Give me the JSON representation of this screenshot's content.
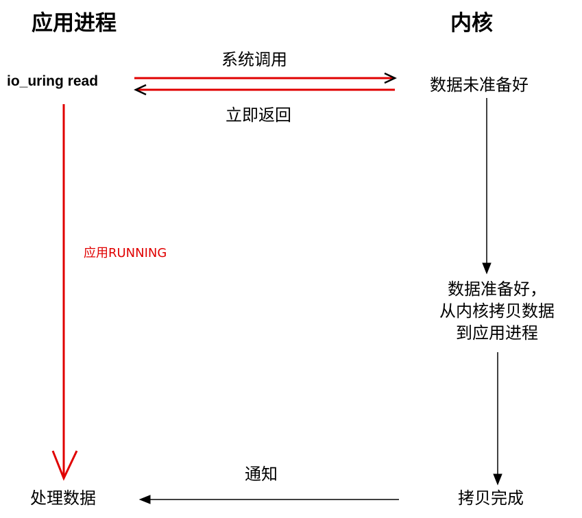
{
  "columns": {
    "app_title": "应用进程",
    "kernel_title": "内核"
  },
  "app": {
    "call_label": "io_uring read",
    "running_label": "应用RUNNING",
    "process_label": "处理数据"
  },
  "messages": {
    "syscall": "系统调用",
    "return_immediately": "立即返回",
    "notify": "通知"
  },
  "kernel": {
    "data_not_ready": "数据未准备好",
    "data_ready_lines": [
      "数据准备好，",
      "从内核拷贝数据",
      "到应用进程"
    ],
    "copy_done": "拷贝完成"
  },
  "colors": {
    "red": "#e00000",
    "black": "#000000"
  }
}
